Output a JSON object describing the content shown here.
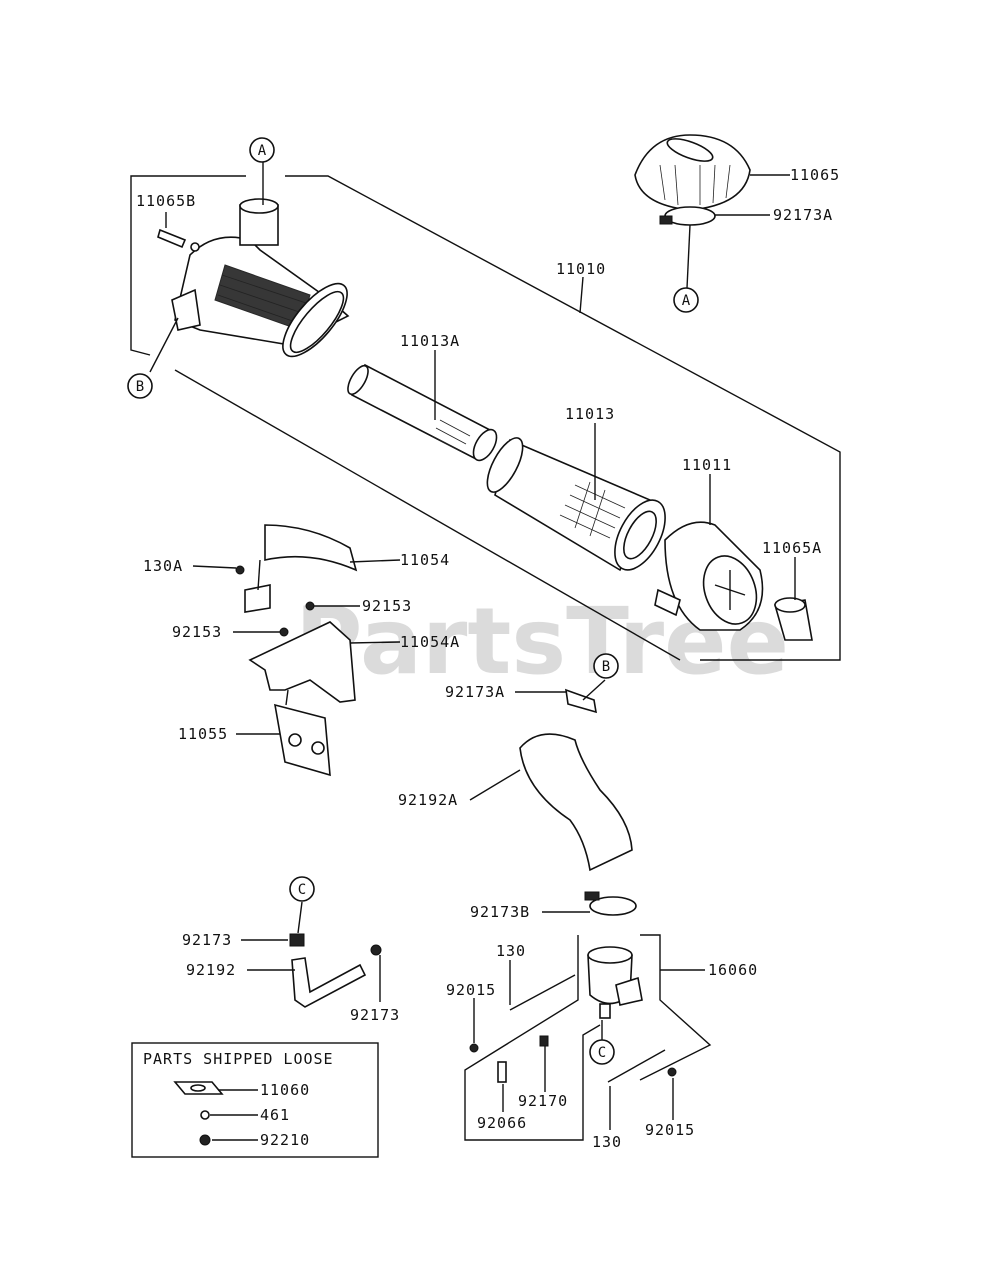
{
  "brand": {
    "watermark": "PartsTree",
    "watermark_color": "#bdbdbd"
  },
  "callouts": {
    "A1": "A",
    "A2": "A",
    "B1": "B",
    "B2": "B",
    "C1": "C",
    "C2": "C"
  },
  "part_labels": {
    "p11065": "11065",
    "p92173A_top": "92173A",
    "p11065B": "11065B",
    "p11010": "11010",
    "p11013A": "11013A",
    "p11013": "11013",
    "p11011": "11011",
    "p11065A": "11065A",
    "p130A": "130A",
    "p11054": "11054",
    "p92153_a": "92153",
    "p92153_b": "92153",
    "p11054A": "11054A",
    "p92173A_mid": "92173A",
    "p11055": "11055",
    "p92192A": "92192A",
    "p92173B": "92173B",
    "p130_a": "130",
    "p16060": "16060",
    "p92015_a": "92015",
    "p92173_a": "92173",
    "p92192": "92192",
    "p92173_b": "92173",
    "p92170": "92170",
    "p92066": "92066",
    "p130_b": "130",
    "p92015_b": "92015"
  },
  "loose_box": {
    "title": "PARTS SHIPPED LOOSE",
    "items": [
      "11060",
      "461",
      "92210"
    ]
  }
}
